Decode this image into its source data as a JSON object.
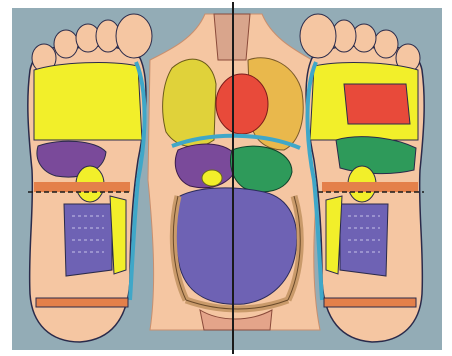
{
  "figure": {
    "background_color": "#93acb6",
    "skin_color": "#f5c6a2",
    "divider_line_color": "#1a1a1a",
    "zone_colors": {
      "head_chest": "#f2ef2a",
      "lungs": "#e9b84c",
      "heart": "#e84a3a",
      "liver_region": "#7a4a9a",
      "stomach": "#2e9a5a",
      "gallbladder": "#f2ef2a",
      "intestines": "#6e62b4",
      "kidney_band": "#e4804a",
      "spine_edge": "#3fa7c8",
      "outline": "#2a2a4a"
    },
    "icons": [
      "left-foot-sole",
      "right-foot-sole",
      "torso-organs"
    ]
  }
}
